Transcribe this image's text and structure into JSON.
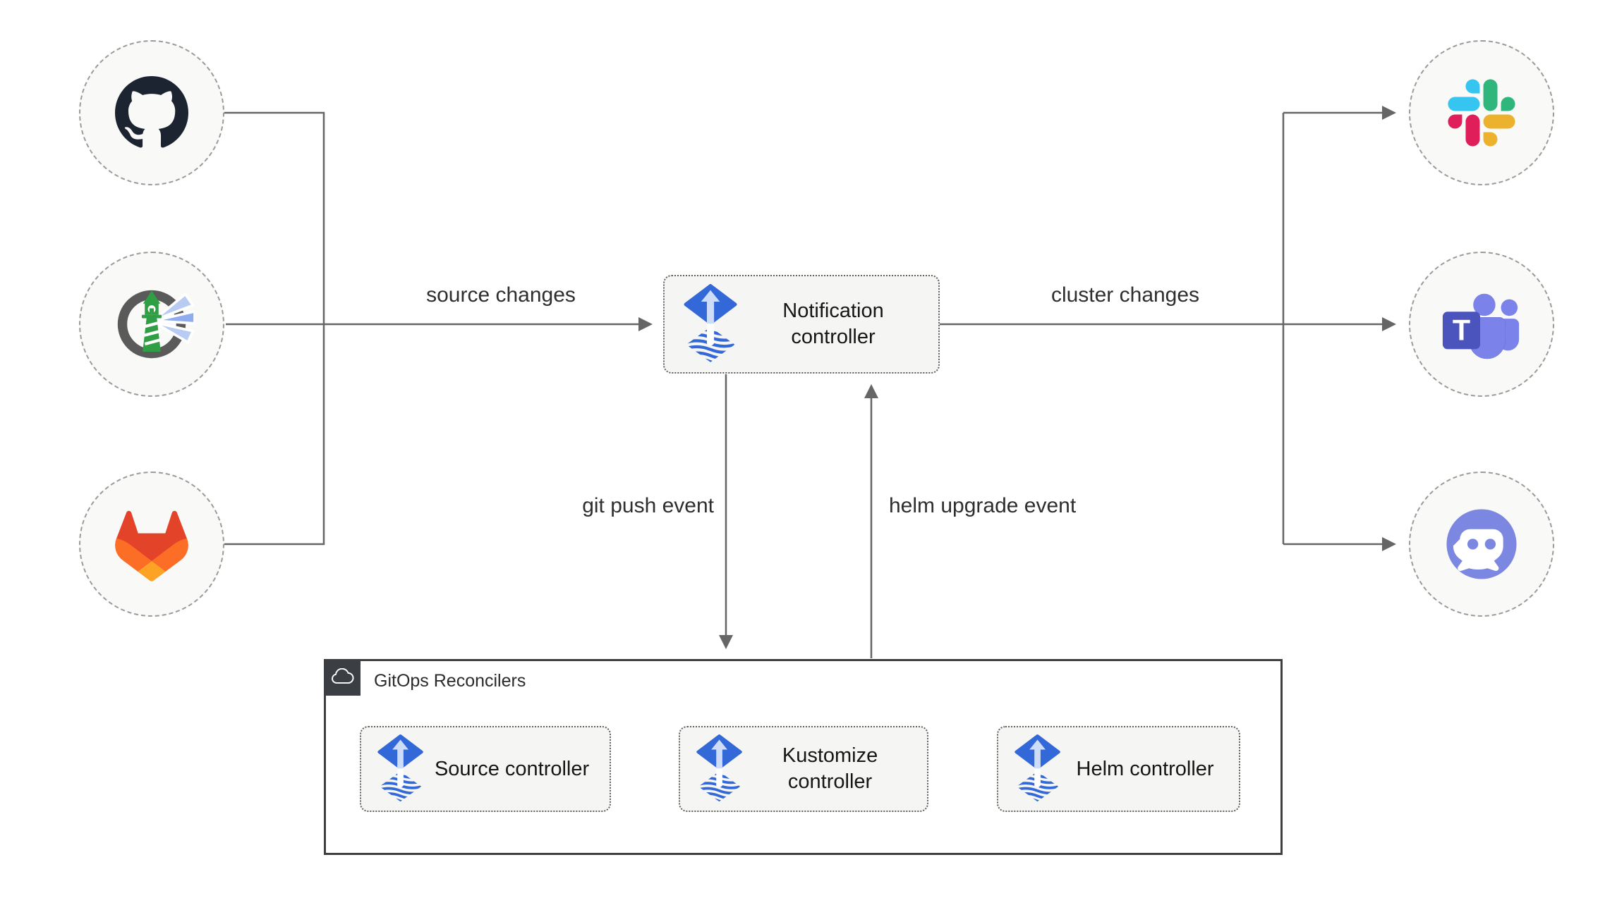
{
  "diagram": {
    "source_nodes": [
      {
        "id": "github",
        "icon": "github-icon"
      },
      {
        "id": "harbor",
        "icon": "harbor-icon"
      },
      {
        "id": "gitlab",
        "icon": "gitlab-icon"
      }
    ],
    "notification_controller": {
      "label": "Notification controller",
      "icon": "flux-icon"
    },
    "target_nodes": [
      {
        "id": "slack",
        "icon": "slack-icon"
      },
      {
        "id": "teams",
        "icon": "microsoft-teams-icon",
        "logo_letter": "T"
      },
      {
        "id": "discord",
        "icon": "discord-icon"
      }
    ],
    "edge_labels": {
      "source_changes": "source changes",
      "cluster_changes": "cluster changes",
      "git_push_event": "git push event",
      "helm_upgrade_event": "helm upgrade event"
    },
    "reconcilers_group": {
      "label": "GitOps Reconcilers",
      "icon": "cloud-icon",
      "controllers": [
        {
          "label": "Source controller",
          "icon": "flux-icon"
        },
        {
          "label": "Kustomize controller",
          "icon": "flux-icon"
        },
        {
          "label": "Helm controller",
          "icon": "flux-icon"
        }
      ]
    },
    "colors": {
      "flux_blue": "#3368d8",
      "flux_arrow_light": "#cddcf7",
      "node_fill": "#f9f9f7",
      "box_fill": "#f5f5f4",
      "wire": "#666666",
      "group_border": "#3f3f3f",
      "badge_bg": "#3b3e42",
      "slack_blue": "#36c5f0",
      "slack_green": "#2eb67d",
      "slack_red": "#e01e5a",
      "slack_yellow": "#ecb22e",
      "teams_purple": "#7b83eb",
      "teams_dark": "#4b53bc",
      "discord_blurple": "#7b87e0",
      "gitlab_red": "#e24329",
      "gitlab_orange": "#fc6d26",
      "gitlab_yellow": "#fca326",
      "harbor_green": "#2f9e44",
      "github_dark": "#1b2430"
    }
  }
}
